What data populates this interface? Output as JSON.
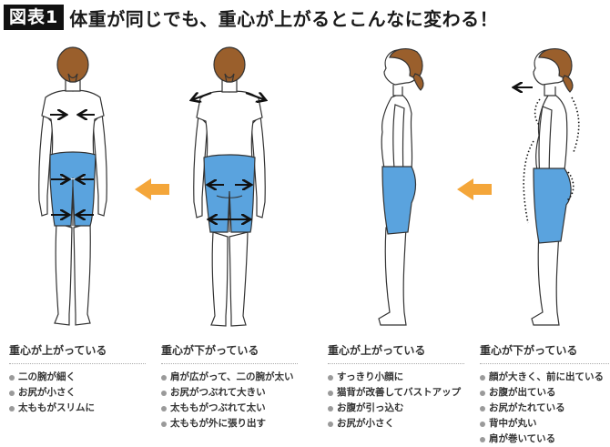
{
  "header": {
    "figure_label": "図表1",
    "title": "体重が同じでも、重心が上がるとこんなに変わる！"
  },
  "colors": {
    "shorts": "#5aa3de",
    "hair": "#9a5f2c",
    "arrow_orange": "#f4a63a",
    "outline": "#333333",
    "bullet": "#9a9a9a"
  },
  "figures": [
    {
      "view": "back",
      "state": "重心が上がっている",
      "markers": [
        "shoulder-blades-inward-arrows",
        "hips-inward-arrows",
        "thighs-inward-arrows"
      ]
    },
    {
      "view": "back",
      "state": "重心が下がっている",
      "markers": [
        "shoulders-outward-arrows",
        "hips-outward-arrows",
        "thighs-outward-arrows"
      ]
    },
    {
      "view": "side",
      "state": "重心が上がっている",
      "markers": []
    },
    {
      "view": "side",
      "state": "重心が下がっている",
      "markers": [
        "head-forward-arrow",
        "rounded-back-dotted",
        "belly-dotted",
        "buttocks-dotted"
      ]
    }
  ],
  "transition_arrows": [
    {
      "from": "back-low",
      "to": "back-high",
      "direction": "left"
    },
    {
      "from": "side-low",
      "to": "side-high",
      "direction": "left"
    }
  ],
  "columns": [
    {
      "heading": "重心が上がっている",
      "items": [
        "二の腕が細く",
        "お尻が小さく",
        "太ももがスリムに"
      ]
    },
    {
      "heading": "重心が下がっている",
      "items": [
        "肩が広がって、二の腕が太い",
        "お尻がつぶれて大きい",
        "太ももがつぶれて太い",
        "太ももが外に張り出す"
      ]
    },
    {
      "heading": "重心が上がっている",
      "items": [
        "すっきり小顔に",
        "猫背が改善してバストアップ",
        "お腹が引っ込む",
        "お尻が小さく"
      ]
    },
    {
      "heading": "重心が下がっている",
      "items": [
        "顔が大きく、前に出ている",
        "お腹が出ている",
        "お尻がたれている",
        "背中が丸い",
        "肩が巻いている"
      ]
    }
  ]
}
